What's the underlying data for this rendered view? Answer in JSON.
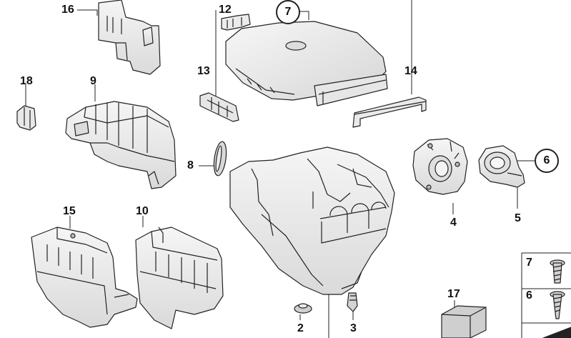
{
  "callouts": {
    "p16": "16",
    "p12": "12",
    "p7": "7",
    "p14": "14",
    "p13": "13",
    "p18": "18",
    "p9": "9",
    "p8": "8",
    "p6": "6",
    "p4": "4",
    "p5": "5",
    "p15": "15",
    "p10": "10",
    "p17": "17",
    "p2": "2",
    "p3": "3",
    "legend7": "7",
    "legend6": "6"
  },
  "colors": {
    "line": "#222222",
    "fill_light": "#f2f2f2",
    "fill_mid": "#e1e1e1",
    "fill_dark": "#cfcfcf"
  }
}
